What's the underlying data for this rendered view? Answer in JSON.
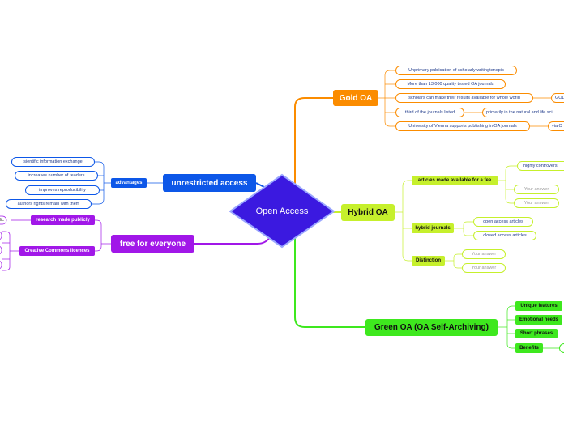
{
  "center": {
    "label": "Open Access",
    "color": "#3b19e0"
  },
  "gold": {
    "label": "Gold OA",
    "color": "#fb8c00",
    "items": [
      "Unprimary publication of scholarly writingtenopic",
      "More than 13,000 quality tested OA journals",
      "scholars can make their results available for whole world",
      "third of the journals listed",
      "University of Vienna supports publishing in OA journals"
    ],
    "sub_items": [
      "GOL",
      "primarily in the natural and life sci",
      "via O"
    ]
  },
  "hybrid": {
    "label": "Hybrid OA",
    "color": "#c6f02c",
    "subs": [
      "articles made available for a fee",
      "hybrid journals",
      "Distinction"
    ],
    "leaves": [
      "highly controversi",
      "Your answer",
      "Your answer",
      "open access articles",
      "closed access articles",
      "Your answer",
      "Your answer"
    ]
  },
  "green": {
    "label": "Green OA (OA Self-Archiving)",
    "color": "#3ee81e",
    "subs": [
      "Unique features",
      "Emotional needs",
      "Short phrases",
      "Benefits"
    ]
  },
  "unrestricted": {
    "label": "unrestricted access",
    "color": "#0d57e8",
    "sub": "advantages",
    "leaves": [
      "sientific information exchange",
      "increases number of readers",
      "improves reproducibility",
      "authors rights remain with them"
    ]
  },
  "free": {
    "label": "free for everyone",
    "color": "#a117e8",
    "subs": [
      "research made publicly",
      "Creative Commons licences"
    ],
    "cut_leaf": "lic"
  }
}
